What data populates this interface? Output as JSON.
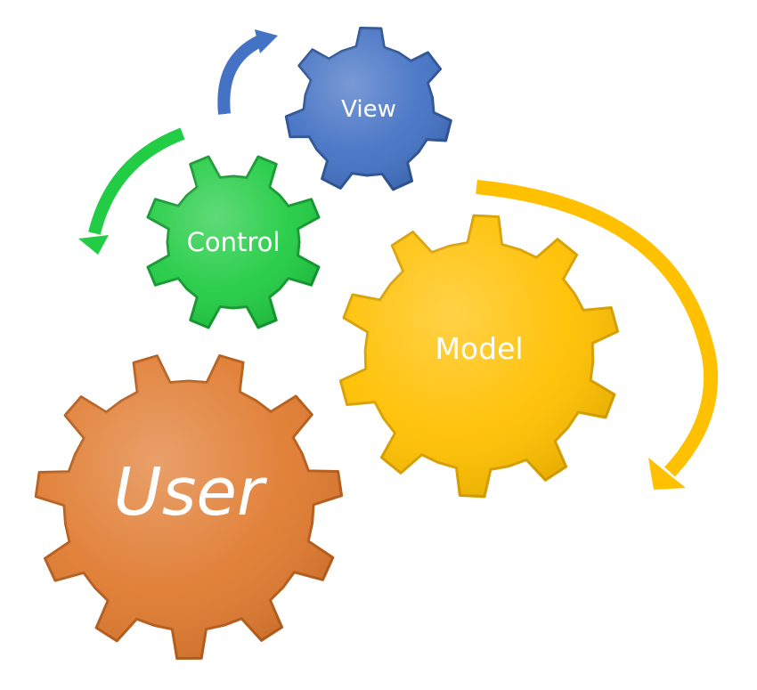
{
  "diagram": {
    "gears": [
      {
        "id": "view",
        "label": "View",
        "color": "#4472C4",
        "edge": "#2F5597",
        "teeth": 7
      },
      {
        "id": "control",
        "label": "Control",
        "color": "#22CC44",
        "edge": "#159A30",
        "teeth": 8
      },
      {
        "id": "model",
        "label": "Model",
        "color": "#FFC000",
        "edge": "#D9A000",
        "teeth": 10
      },
      {
        "id": "user",
        "label": "User",
        "color": "#E07B30",
        "edge": "#B85E1C",
        "teeth": 11
      }
    ],
    "arrows": [
      {
        "id": "blue",
        "color": "#4472C4"
      },
      {
        "id": "green",
        "color": "#22CC44"
      },
      {
        "id": "yellow",
        "color": "#FFC000"
      }
    ]
  }
}
